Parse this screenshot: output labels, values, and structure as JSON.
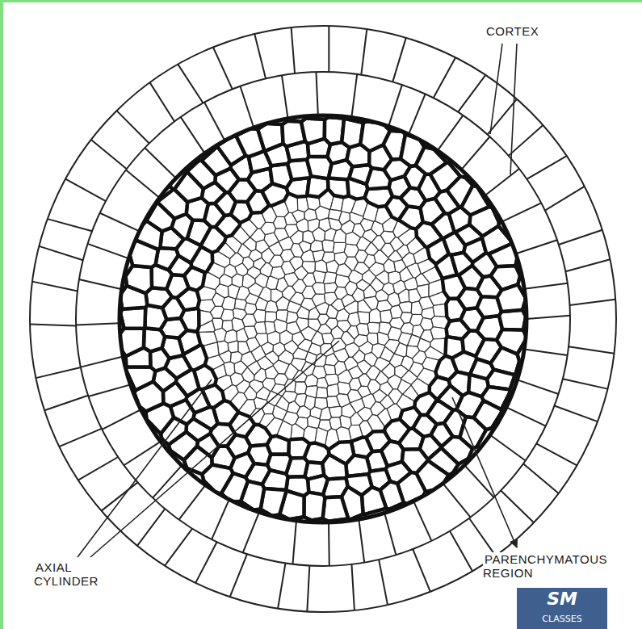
{
  "diagram": {
    "labels": [
      "CORTEX",
      "AXIAL CYLINDER",
      "PARENCHYMATOUS REGION",
      "SM",
      "CLASSES"
    ]
  }
}
